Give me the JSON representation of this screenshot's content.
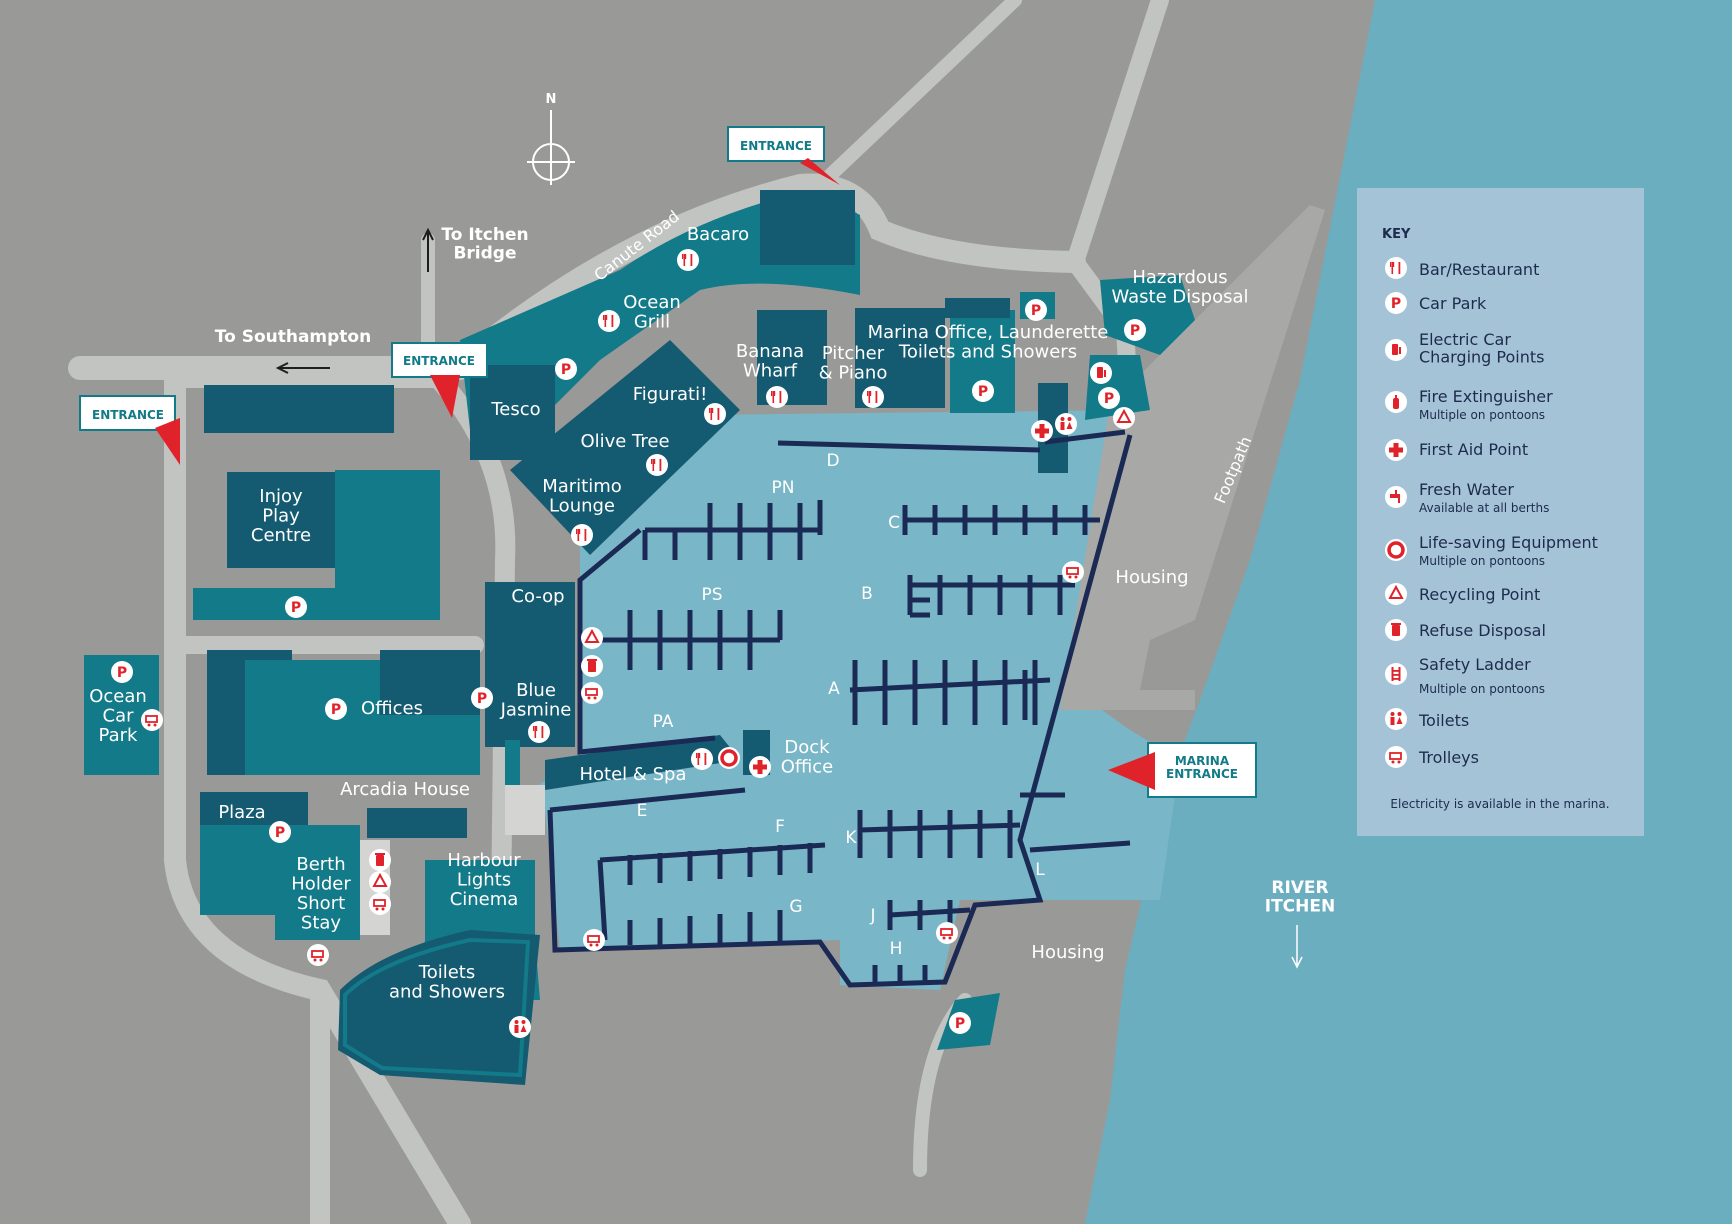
{
  "colors": {
    "land": "#999a97",
    "water": "#6aaec0",
    "marina_water": "#79b6c7",
    "building_teal": "#127a88",
    "building_dark": "#145a70",
    "road": "#c2c4c2",
    "pontoon": "#1b2a55",
    "key_bg": "#a5c3d6",
    "accent_red": "#e0232a"
  },
  "compass": {
    "north_label": "N"
  },
  "roads": {
    "to_itchen_bridge": "To Itchen\nBridge",
    "to_southampton": "To Southampton",
    "canute_road": "Canute Road",
    "footpath": "Footpath"
  },
  "entrances": {
    "top": "ENTRANCE",
    "middle": "ENTRANCE",
    "left": "ENTRANCE",
    "marina": "MARINA\nENTRANCE"
  },
  "places": {
    "bacaro": "Bacaro",
    "ocean_grill": "Ocean\nGrill",
    "tesco": "Tesco",
    "figurati": "Figurati!",
    "olive_tree": "Olive Tree",
    "maritimo_lounge": "Maritimo\nLounge",
    "banana_wharf": "Banana\nWharf",
    "pitcher_piano": "Pitcher\n& Piano",
    "marina_office": "Marina Office, Launderette\nToilets and Showers",
    "hazardous_waste": "Hazardous\nWaste Disposal",
    "injoy": "Injoy\nPlay\nCentre",
    "co_op": "Co-op",
    "blue_jasmine": "Blue\nJasmine",
    "ocean_car_park": "Ocean\nCar\nPark",
    "offices": "Offices",
    "arcadia_house": "Arcadia House",
    "plaza": "Plaza",
    "berth_holder": "Berth\nHolder\nShort\nStay",
    "harbour_lights": "Harbour\nLights\nCinema",
    "toilets_showers": "Toilets\nand Showers",
    "hotel_spa": "Hotel & Spa",
    "dock_office": "Dock\nOffice",
    "housing_east": "Housing",
    "housing_south": "Housing",
    "river_itchen": "RIVER\nITCHEN"
  },
  "berths": [
    "D",
    "PN",
    "C",
    "B",
    "PS",
    "A",
    "PA",
    "E",
    "F",
    "K",
    "L",
    "G",
    "J",
    "H"
  ],
  "key": {
    "title": "KEY",
    "items": [
      {
        "icon": "bar-restaurant-icon",
        "label": "Bar/Restaurant",
        "sub": ""
      },
      {
        "icon": "car-park-icon",
        "label": "Car Park",
        "sub": ""
      },
      {
        "icon": "ev-charging-icon",
        "label": "Electric Car\nCharging Points",
        "sub": ""
      },
      {
        "icon": "fire-extinguisher-icon",
        "label": "Fire Extinguisher",
        "sub": "Multiple on pontoons"
      },
      {
        "icon": "first-aid-icon",
        "label": "First Aid Point",
        "sub": ""
      },
      {
        "icon": "fresh-water-icon",
        "label": "Fresh Water",
        "sub": "Available at all berths"
      },
      {
        "icon": "lifebuoy-icon",
        "label": "Life-saving Equipment",
        "sub": "Multiple on pontoons"
      },
      {
        "icon": "recycling-icon",
        "label": "Recycling Point",
        "sub": ""
      },
      {
        "icon": "refuse-icon",
        "label": "Refuse Disposal",
        "sub": ""
      },
      {
        "icon": "ladder-icon",
        "label": "Safety Ladder",
        "sub": "Multiple on pontoons"
      },
      {
        "icon": "toilets-icon",
        "label": "Toilets",
        "sub": ""
      },
      {
        "icon": "trolley-icon",
        "label": "Trolleys",
        "sub": ""
      }
    ],
    "footer": "Electricity is available in the marina."
  }
}
